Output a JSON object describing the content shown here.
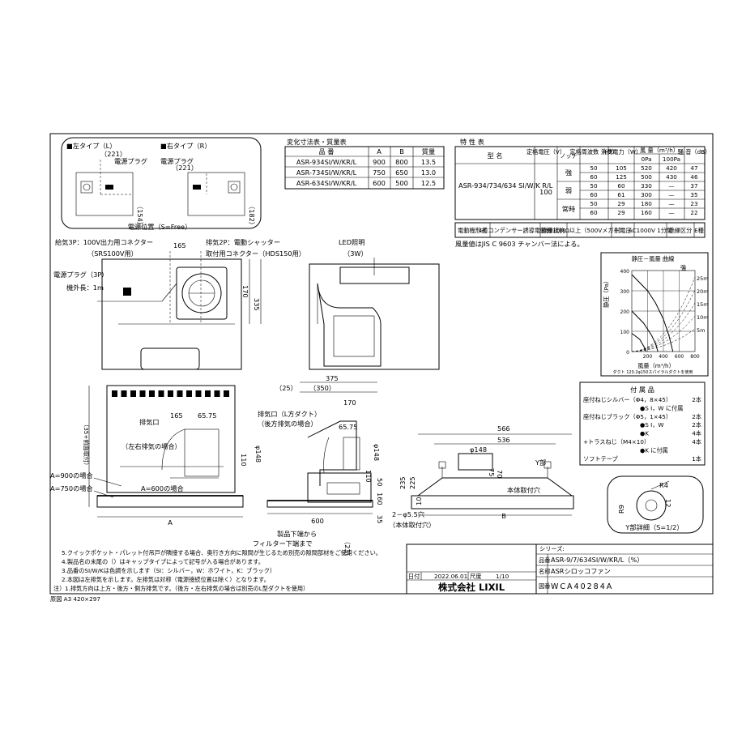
{
  "side_boxes": {
    "left_title": "■左タイプ（L）",
    "right_title": "■右タイプ（R）",
    "dim_221": "（221）",
    "plug": "電源プラグ",
    "dim_154": "（154）",
    "dim_182": "（182）",
    "caption": "電源位置（S=Free）"
  },
  "mass_table": {
    "title": "変化寸法表・質量表",
    "headers": [
      "品 番",
      "A",
      "B",
      "質量"
    ],
    "rows": [
      [
        "ASR-934SI/W/KR/L",
        "900",
        "800",
        "13.5"
      ],
      [
        "ASR-734SI/W/KR/L",
        "750",
        "650",
        "13.0"
      ],
      [
        "ASR-634SI/W/KR/L",
        "600",
        "500",
        "12.5"
      ]
    ]
  },
  "spec_table": {
    "title": "特 性 表",
    "model_header": "型 名",
    "voltage_header": "定格電圧（V）",
    "notch_header": "ノッチ",
    "freq_header": "定格周波数（Hz）",
    "power_header": "消費電力（W）",
    "airflow_header": "風 量（m³/h）",
    "airflow_sub": [
      "0Pa",
      "100Pa"
    ],
    "noise_header": "騒 音（dB）",
    "model": "ASR-934/734/634 SI/W/K R/L",
    "voltage": "100",
    "notches": [
      "強",
      "弱",
      "常時"
    ],
    "rows": [
      [
        "50",
        "105",
        "520",
        "420",
        "47"
      ],
      [
        "60",
        "125",
        "500",
        "430",
        "46"
      ],
      [
        "50",
        "60",
        "330",
        "—",
        "37"
      ],
      [
        "60",
        "61",
        "300",
        "—",
        "35"
      ],
      [
        "50",
        "29",
        "180",
        "—",
        "23"
      ],
      [
        "60",
        "29",
        "160",
        "—",
        "22"
      ]
    ],
    "motor_label": "電動機形式",
    "motor_value": "4極コンデンサー誘導電動機",
    "insulation_label": "絶縁抵抗",
    "insulation_value": "10MΩ以上（500Vメガー）",
    "withstand_label": "耐電圧",
    "withstand_value": "AC1000V 1分間",
    "class_label": "絶縁区分",
    "class_value": "E種",
    "note": "風量値はJIS C 9603 チャンバー法による。"
  },
  "top_view": {
    "connector_3p": "給気3P：100V出力用コネクター",
    "srs": "（SRS100V用）",
    "exhaust_2p": "排気2P：電動シャッター",
    "hds": "取付用コネクター（HDS150用）",
    "dim_165": "165",
    "dim_170": "170",
    "dim_335": "335",
    "plug_3p": "電源プラグ（3P）",
    "cord_len": "機外長：1m"
  },
  "led_view": {
    "title": "LED照明",
    "watt": "（3W）"
  },
  "curve": {
    "title": "静圧－風量 曲線",
    "ylabel": "静圧（Pa）",
    "xlabel": "風量（m³/h）",
    "y_ticks": [
      "400",
      "300",
      "200",
      "100",
      "0"
    ],
    "x_ticks": [
      "200",
      "400",
      "600",
      "800"
    ],
    "lengths": [
      "25m",
      "20m",
      "15m",
      "10m",
      "5m"
    ],
    "legend": "強",
    "footnote": "ダクト 120.2φ150スパイラルダクトを使用"
  },
  "chart_data": {
    "type": "line",
    "title": "静圧－風量 曲線",
    "xlabel": "風量（m³/h）",
    "ylabel": "静圧（Pa）",
    "xlim": [
      0,
      800
    ],
    "ylim": [
      0,
      400
    ],
    "series": [
      {
        "name": "強",
        "x": [
          0,
          200,
          300,
          400,
          470,
          520
        ],
        "y": [
          380,
          300,
          240,
          160,
          80,
          0
        ]
      },
      {
        "name": "弱",
        "x": [
          0,
          150,
          250,
          300,
          330
        ],
        "y": [
          200,
          140,
          80,
          40,
          0
        ]
      },
      {
        "name": "常時",
        "x": [
          0,
          100,
          160,
          180
        ],
        "y": [
          90,
          60,
          20,
          0
        ]
      }
    ]
  },
  "accessories": {
    "title": "付 属 品",
    "items": [
      [
        "座付ねじシルバー（Φ4，8×45）",
        "2本"
      ],
      [
        "●S I，W に付属",
        ""
      ],
      [
        "座付ねじブラック（Φ5，1×45）",
        "2本"
      ],
      [
        "●S I，W",
        "2本"
      ],
      [
        "●K",
        "4本"
      ],
      [
        "+トラスねじ（M4×10）",
        "4本"
      ],
      [
        "●K に付属",
        ""
      ],
      [
        "ソフトテープ",
        "1本"
      ]
    ]
  },
  "front_view": {
    "hai_kiguchi": "排気口",
    "left_exhaust": "（左右排気の場合）",
    "dim_165": "165",
    "dim_6575": "65.75",
    "dim_110": "110",
    "dim_148": "φ148",
    "a900": "A=900の場合",
    "a750": "A=750の場合",
    "a600": "A=600の場合",
    "dim_a": "A",
    "side_label": "（35+前面取付）"
  },
  "side_view": {
    "dim_25": "（25）",
    "dim_375": "375",
    "dim_350": "（350）",
    "dim_170": "170",
    "exhaust": "排気口（L方ダクト）",
    "rear": "（後方排気の場合）",
    "dim_6575": "65.75",
    "dim_110": "110",
    "dim_148": "φ148",
    "dim_50": "50",
    "dim_160": "160",
    "dim_35": "35",
    "dim_600": "600",
    "dim_23": "（23）",
    "lower_end": "製品下端から",
    "filter_end": "フィルター下端まで"
  },
  "bottom_view": {
    "dim_566": "566",
    "dim_536": "536",
    "dim_148": "φ148",
    "dim_70": "70",
    "dim_75": "75",
    "dim_235": "235",
    "dim_225": "225",
    "dim_10": "10",
    "dim_b": "B",
    "dim_hole": "2－φ5.5穴",
    "hole_note": "（本体取付穴）",
    "mount": "本体取付穴",
    "detail_y": "Y部"
  },
  "detail": {
    "r4": "R4",
    "r9": "R9",
    "twelve": "12",
    "caption": "Y部詳細（S=1/2）"
  },
  "notes": [
    "5.クイックポケット・パレット付吊戸が隣接する場合、奥行き方向に隙間が生じるため別売の隙間部材をご使用ください。",
    "4.製品名の末尾の（）はキャップタイプによって記号が入る場合があります。",
    "3.品番のSI/W/Kは色調を示します（SI：シルバー，W：ホワイト，K：ブラック）",
    "2.本図は左排気を示します。左排気は対称（電源接続位置は除く）となります。",
    "1.排気方向は上方・後方・側方排気です。（後方・左右排気の場合は別売のL型ダクトを使用）"
  ],
  "notes_label": "注）",
  "paper": "原図 A3 420×297",
  "title_block": {
    "series_label": "シリーズ:",
    "product_label": "品番",
    "product": "ASR-9/7/634SI/W/KR/L（%）",
    "name_label": "名称",
    "name": "ASRシロッコファン",
    "date_label": "日付",
    "date": "2022.06.01",
    "scale_label": "尺度",
    "scale": "1/10",
    "company": "株式会社 LIXIL",
    "drawing_label": "図番",
    "drawing": "WCA40284A"
  }
}
